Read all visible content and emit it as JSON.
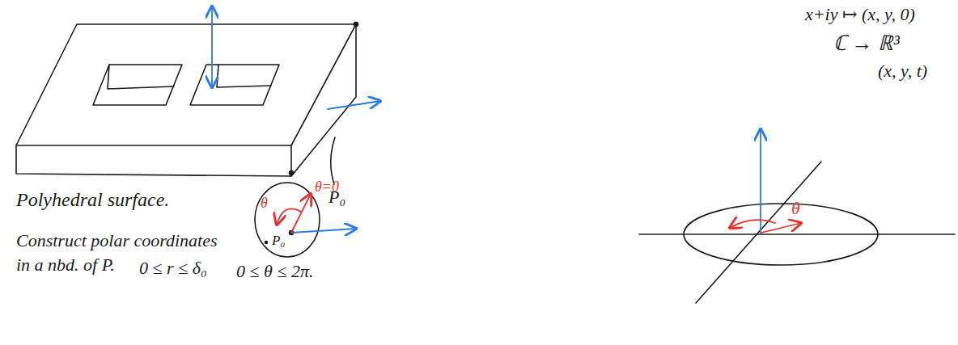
{
  "diagram": {
    "labels": [
      "x+iy ↦ (x, y, 0)",
      "ℂ → ℝ³",
      "(x, y, t)",
      "P₀",
      "Polyhedral surface.",
      "Construct polar coordinates in a nbd. of P.",
      "0 ≤ r ≤ δ₀",
      "0 ≤ θ ≤ 2π.",
      "θ",
      "θ=0",
      "P₀",
      "θ"
    ]
  }
}
